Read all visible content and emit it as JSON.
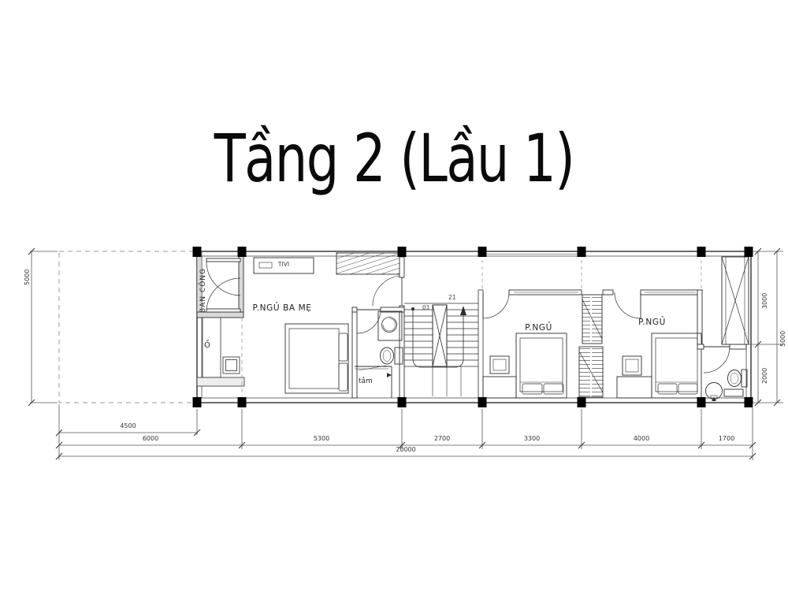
{
  "title": "Tầng 2 (Lầu 1)",
  "rooms": {
    "balcony": "BAN CÔNG",
    "master": "P.NGỦ BA MẸ",
    "bedroom2": "P.NGỦ",
    "bedroom3": "P.NGỦ",
    "bath_small": "tắm",
    "laundry_mark": "Ồ",
    "tv_label": "TIVI"
  },
  "stairs": {
    "first": "01",
    "last": "21"
  },
  "dimensions": {
    "bottom_upper": "4500",
    "bottom_segments": [
      "6000",
      "5300",
      "2700",
      "3300",
      "4000",
      "1700"
    ],
    "bottom_total": "20000",
    "left_total": "5000",
    "right_top": "3000",
    "right_bottom": "2000",
    "right_total": "5000"
  },
  "colors": {
    "line": "#2e2e2e",
    "dimension": "#555555",
    "wall_fill": "#d9d9d9",
    "column": "#000000",
    "text": "#222222",
    "background": "#ffffff"
  }
}
